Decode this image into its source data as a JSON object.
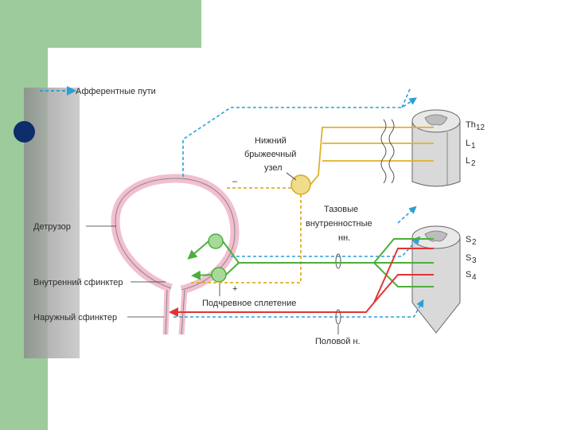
{
  "diagram": {
    "legend": {
      "afferent": "Афферентные пути"
    },
    "labels": {
      "inferior_mesenteric_ganglion": [
        "Нижний",
        "брыжеечный",
        "узел"
      ],
      "pelvic_splanchnic_nerves": [
        "Тазовые",
        "внутренностные",
        "нн."
      ],
      "detrusor": "Детрузор",
      "internal_sphincter": "Внутренний сфинктер",
      "external_sphincter": "Наружный сфинктер",
      "hypogastric_plexus": "Подчревное сплетение",
      "pudendal_nerve": "Половой н.",
      "minus_sign": "–",
      "plus_sign": "+"
    },
    "segments": {
      "upper": [
        "Th",
        "12",
        "L",
        "1",
        "L",
        "2"
      ],
      "lower": [
        "S",
        "2",
        "S",
        "3",
        "S",
        "4"
      ]
    },
    "colors": {
      "afferent": "#2a9fd6",
      "sympathetic": "#e0b12c",
      "parasympathetic": "#4caf3a",
      "somatic": "#e23434",
      "bladder": "#f2bfd0",
      "spinal_cord": "#d9d9d9",
      "green_band": "#9dcb9b",
      "bullet": "#0d2d6b"
    }
  }
}
